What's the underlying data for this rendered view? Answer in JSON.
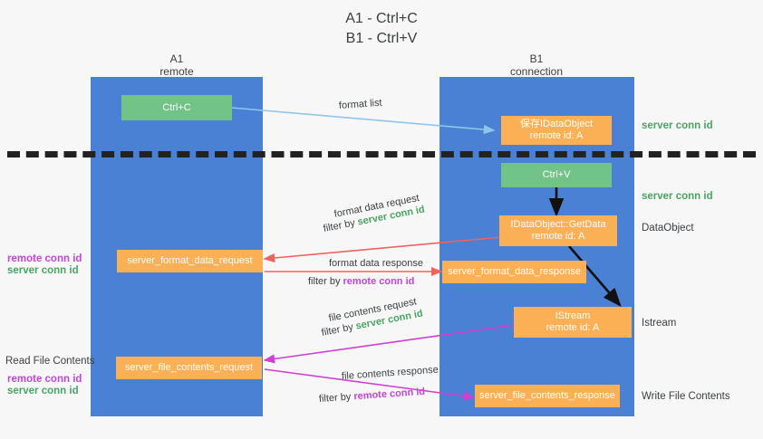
{
  "title": "A1 - Ctrl+C\nB1 - Ctrl+V",
  "columns": [
    {
      "name": "A1",
      "sub": "remote"
    },
    {
      "name": "B1",
      "sub": "connection"
    }
  ],
  "nodes": {
    "ctrl_c": {
      "line1": "Ctrl+C",
      "line2": "",
      "color": "#72c387"
    },
    "save_idataobject": {
      "line1": "保存IDataObject",
      "line2": "remote id: A",
      "color": "#fbb055"
    },
    "ctrl_v": {
      "line1": "Ctrl+V",
      "line2": "",
      "color": "#72c387"
    },
    "getdata": {
      "line1": "IDataObject::GetData",
      "line2": "remote id: A",
      "color": "#fbb055"
    },
    "istream": {
      "line1": "IStream",
      "line2": "remote id: A",
      "color": "#fbb055"
    },
    "format_data_request": {
      "line1": "server_format_data_request",
      "line2": "",
      "color": "#fbb055"
    },
    "format_data_response": {
      "line1": "server_format_data_response",
      "line2": "",
      "color": "#fbb055"
    },
    "file_contents_request": {
      "line1": "server_file_contents_request",
      "line2": "",
      "color": "#fbb055"
    },
    "file_contents_response": {
      "line1": "server_file_contents_response",
      "line2": "",
      "color": "#fbb055"
    }
  },
  "captions": {
    "format_list": "format list",
    "format_data_request": {
      "line1": "format data request",
      "prefix": "filter by ",
      "tag": "server conn id",
      "tag_color": "#4aa564"
    },
    "format_data_response": {
      "line1": "format data response",
      "prefix": "filter by ",
      "tag": "remote conn id",
      "tag_color": "#c246d6"
    },
    "file_contents_request": {
      "line1": "file contents request",
      "prefix": "filter by ",
      "tag": "server conn id",
      "tag_color": "#4aa564"
    },
    "file_contents_response": {
      "line1": "file contents response",
      "prefix": "filter by ",
      "tag": "remote conn id",
      "tag_color": "#c246d6"
    }
  },
  "side_labels": {
    "server_conn_id_top": "server conn id",
    "server_conn_id_mid": "server conn id",
    "dataobject": "DataObject",
    "istream": "Istream",
    "write_file_contents": "Write File Contents",
    "read_file_contents": "Read File Contents",
    "remote_conn_id_left1": "remote conn id",
    "server_conn_id_left1": "server conn id",
    "remote_conn_id_left2": "remote conn id",
    "server_conn_id_left2": "server conn id"
  },
  "colors": {
    "lane": "#4a81d4",
    "green_box": "#72c387",
    "orange_box": "#fbb055",
    "green_text": "#4aa564",
    "purple_text": "#c246d6",
    "arrow_blue": "#8ec6ea",
    "arrow_red": "#f0625d",
    "arrow_magenta": "#d13fd1",
    "arrow_black": "#111111",
    "background": "#f7f7f7"
  }
}
